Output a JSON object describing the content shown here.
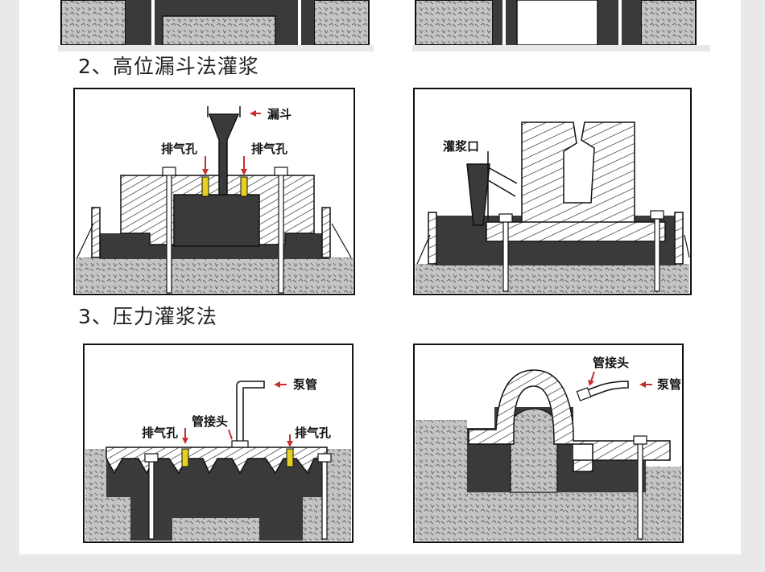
{
  "sections": [
    {
      "heading": "2、高位漏斗法灌浆"
    },
    {
      "heading": "3、压力灌浆法"
    }
  ],
  "labels": {
    "funnel": "漏斗",
    "vent": "排气孔",
    "grout_inlet": "灌浆口",
    "pump_pipe": "泵管",
    "pipe_joint": "管接头"
  },
  "colors": {
    "concrete": "#c4c4c4",
    "grout": "#3a3a3a",
    "vent_marker": "#e8d020",
    "arrow": "#c83030",
    "outline": "#111111"
  }
}
